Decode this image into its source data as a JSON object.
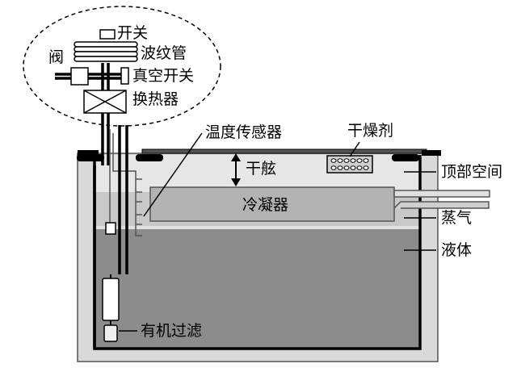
{
  "labels": {
    "switch": "开关",
    "bellows": "波纹管",
    "valve": "阀",
    "vacuum_switch": "真空开关",
    "heat_exchanger": "换热器",
    "temperature_sensor": "温度传感器",
    "desiccant": "干燥剂",
    "ullage": "干舷",
    "headspace": "顶部空间",
    "condenser": "冷凝器",
    "vapor": "蒸气",
    "liquid": "液体",
    "organic_filter": "有机过滤"
  },
  "colors": {
    "headspace_fill": "#e6e6e6",
    "vapor_fill": "#c8c8c8",
    "liquid_fill": "#8c8c8c",
    "outer_wall": "#d9d9d9",
    "line": "#000000"
  }
}
